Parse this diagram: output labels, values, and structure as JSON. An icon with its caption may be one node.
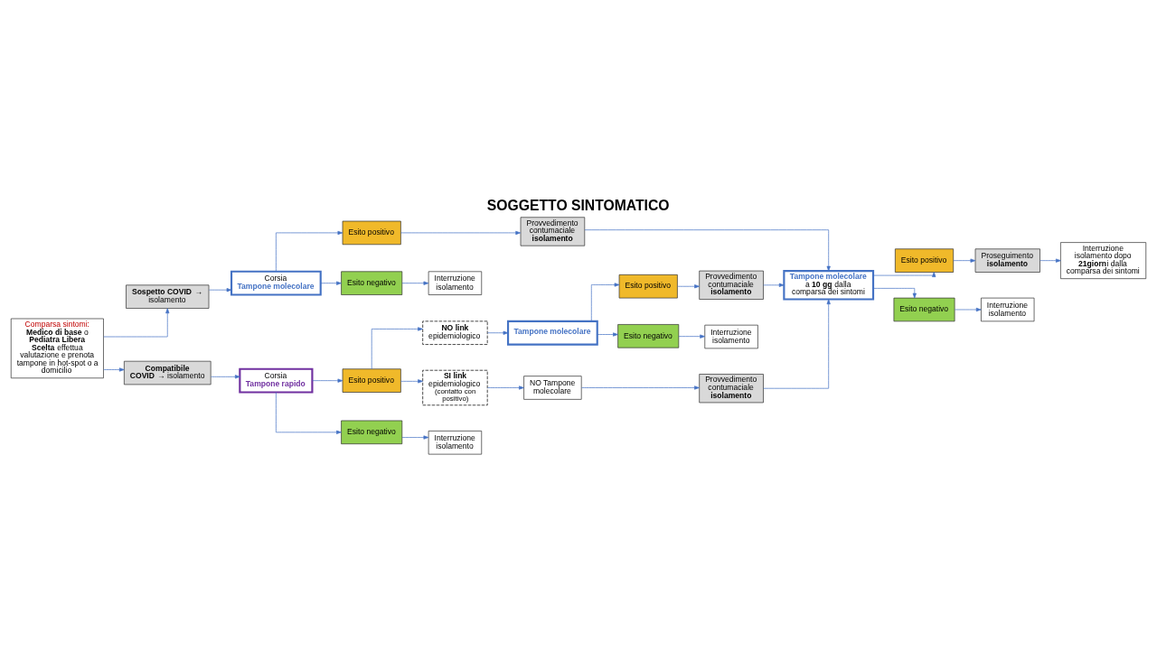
{
  "diagram": {
    "title": "SOGGETTO SINTOMATICO",
    "nodes": [
      {
        "text": [
          "Comparsa sintomi:",
          "**Medico di base** o **Pediatra Libera Scelta** effettua valutazione e prenota tampone in hot-spot o a domicilio"
        ]
      },
      {
        "text": [
          "**Sospetto COVID** → isolamento"
        ]
      },
      {
        "text": [
          "Corsia",
          "Tampone molecolare"
        ]
      },
      {
        "text": [
          "Esito positivo"
        ]
      },
      {
        "text": [
          "Esito negativo"
        ]
      },
      {
        "text": [
          "Provvedimento contumaciale **isolamento**"
        ]
      },
      {
        "text": [
          "Interruzione isolamento"
        ]
      },
      {
        "text": [
          "Tampone molecolare",
          "a **10 gg** dalla comparsa dei sintomi"
        ]
      },
      {
        "text": [
          "Esito positivo"
        ]
      },
      {
        "text": [
          "Proseguimento **isolamento**"
        ]
      },
      {
        "text": [
          "Interruzione isolamento dopo **21giorn**i dalla comparsa dei sintomi"
        ]
      },
      {
        "text": [
          "Esito negativo"
        ]
      },
      {
        "text": [
          "Interruzione isolamento"
        ]
      },
      {
        "text": [
          "**Compatibile COVID** → isolamento"
        ]
      },
      {
        "text": [
          "Corsia",
          "Tampone rapido"
        ]
      },
      {
        "text": [
          "Esito positivo"
        ]
      },
      {
        "text": [
          "Esito negativo"
        ]
      },
      {
        "text": [
          "Interruzione isolamento"
        ]
      },
      {
        "text": [
          "**NO link** epidemiologico"
        ]
      },
      {
        "text": [
          "**SI link** epidemiologico",
          "(contatto con positivo)"
        ]
      },
      {
        "text": [
          "Tampone molecolare"
        ]
      },
      {
        "text": [
          "Esito positivo"
        ]
      },
      {
        "text": [
          "Esito negativo"
        ]
      },
      {
        "text": [
          "Interruzione isolamento"
        ]
      },
      {
        "text": [
          "Provvedimento contumaciale **isolamento**"
        ]
      },
      {
        "text": [
          "NO Tampone molecolare"
        ]
      },
      {
        "text": [
          "Provvedimento contumaciale **isolamento**"
        ]
      }
    ],
    "edges": [
      {
        "from": 0,
        "to": 1,
        "arrow": "to"
      },
      {
        "from": 0,
        "to": 13,
        "arrow": "to"
      },
      {
        "from": 1,
        "to": 2,
        "arrow": "to"
      },
      {
        "from": 2,
        "to": 3,
        "arrow": "to"
      },
      {
        "from": 2,
        "to": 4,
        "arrow": "to"
      },
      {
        "from": 3,
        "to": 5,
        "arrow": "to"
      },
      {
        "from": 4,
        "to": 6,
        "arrow": "to"
      },
      {
        "from": 5,
        "to": 7,
        "arrow": "to"
      },
      {
        "from": 7,
        "to": 8,
        "arrow": "to"
      },
      {
        "from": 8,
        "to": 9,
        "arrow": "to"
      },
      {
        "from": 9,
        "to": 10,
        "arrow": "to"
      },
      {
        "from": 7,
        "to": 11,
        "arrow": "to"
      },
      {
        "from": 11,
        "to": 12,
        "arrow": "to"
      },
      {
        "from": 13,
        "to": 14,
        "arrow": "to"
      },
      {
        "from": 14,
        "to": 15,
        "arrow": "to"
      },
      {
        "from": 14,
        "to": 16,
        "arrow": "to"
      },
      {
        "from": 16,
        "to": 17,
        "arrow": "to"
      },
      {
        "from": 15,
        "to": 18,
        "arrow": "to"
      },
      {
        "from": 15,
        "to": 19,
        "arrow": "to"
      },
      {
        "from": 18,
        "to": 20,
        "arrow": "to"
      },
      {
        "from": 20,
        "to": 21,
        "arrow": "to"
      },
      {
        "from": 20,
        "to": 22,
        "arrow": "to"
      },
      {
        "from": 21,
        "to": 24,
        "arrow": "to"
      },
      {
        "from": 22,
        "to": 23,
        "arrow": "to"
      },
      {
        "from": 24,
        "to": 7,
        "arrow": "to"
      },
      {
        "from": 19,
        "to": 25,
        "arrow": "to"
      },
      {
        "from": 25,
        "to": 26,
        "arrow": "to"
      },
      {
        "from": 26,
        "to": 7,
        "arrow": "to"
      }
    ]
  }
}
